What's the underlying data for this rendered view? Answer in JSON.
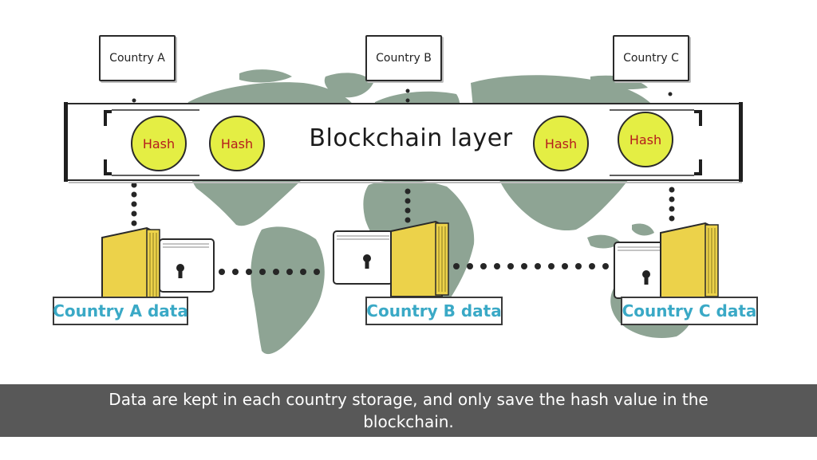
{
  "countries": [
    {
      "name": "Country A"
    },
    {
      "name": "Country B"
    },
    {
      "name": "Country C"
    }
  ],
  "blockchain": {
    "title": "Blockchain layer",
    "hashes": [
      "Hash",
      "Hash",
      "Hash",
      "Hash"
    ]
  },
  "storage_labels": [
    "Country A data",
    "Country B data",
    "Country C data"
  ],
  "caption": "Data are kept in each country storage, and only save the hash value in the blockchain.",
  "colors": {
    "map": "#8ea494",
    "hash_fill": "#e4ee44",
    "hash_text": "#b61d1d",
    "folder_yellow": "#ecd24a",
    "label_text": "#3aa9c6",
    "caption_bar": "#585858"
  },
  "icons": [
    "keyhole-lock-icon",
    "folder-icon",
    "world-map"
  ]
}
